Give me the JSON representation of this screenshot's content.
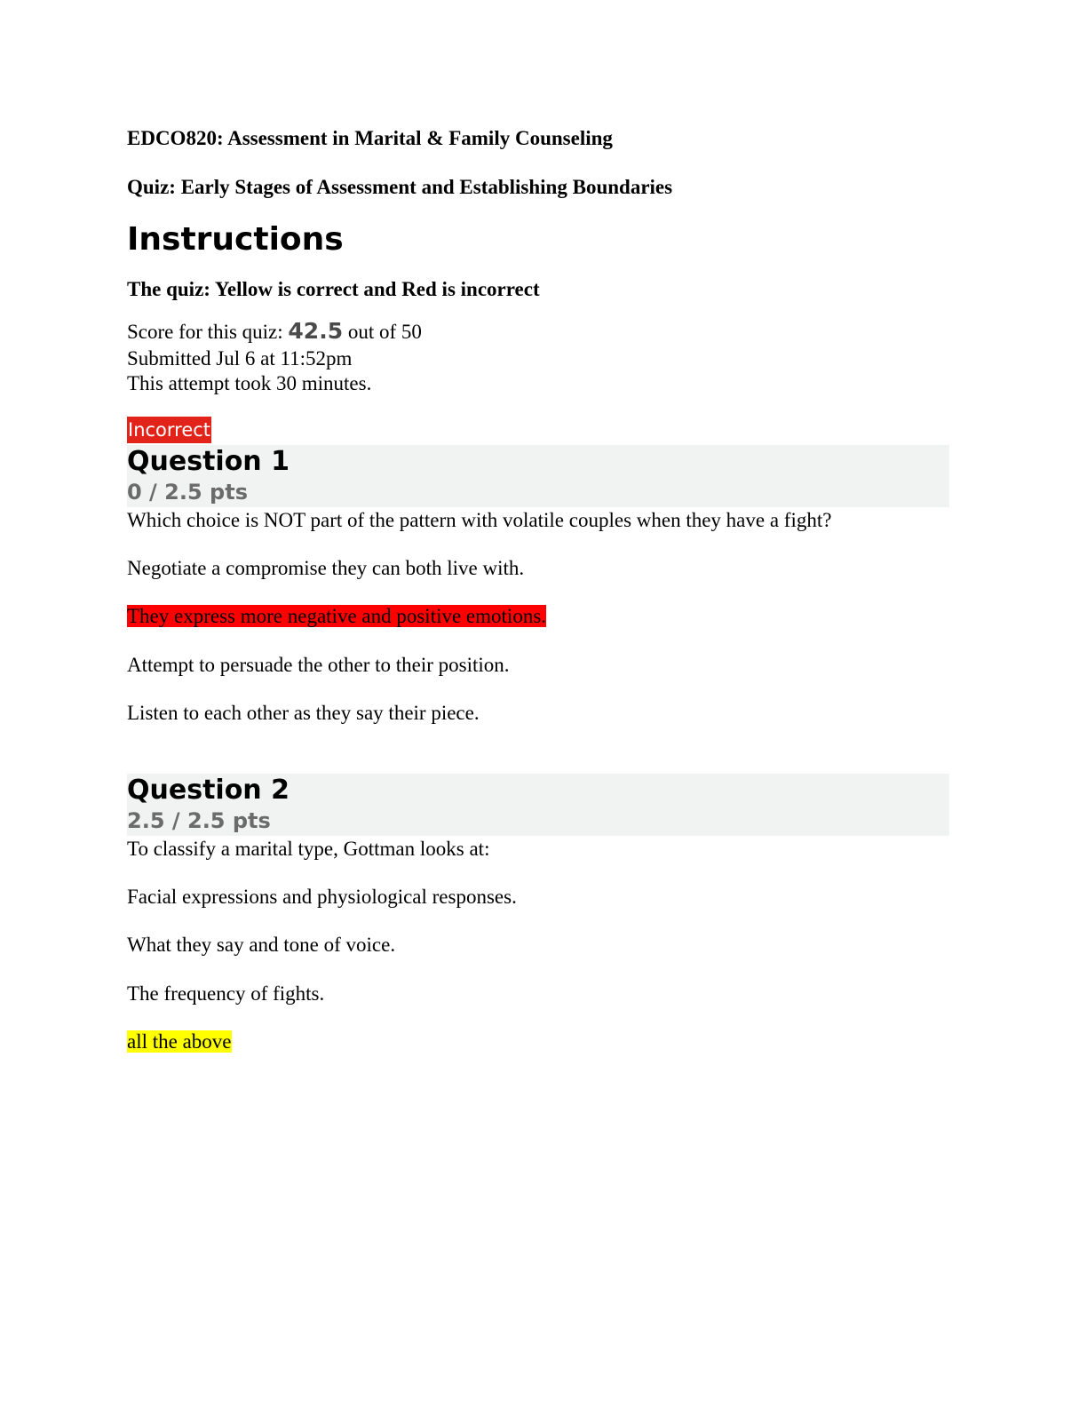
{
  "document": {
    "course_title": "EDCO820: Assessment in Marital & Family Counseling",
    "quiz_title": "Quiz: Early Stages of Assessment and Establishing Boundaries",
    "instructions_heading": "Instructions",
    "legend_note": "The quiz: Yellow is correct and Red is incorrect"
  },
  "score": {
    "label": "Score for this quiz:",
    "value": "42.5",
    "suffix": "out of 50",
    "submitted": "Submitted Jul 6 at 11:52pm",
    "duration": "This attempt took 30 minutes."
  },
  "colors": {
    "incorrect_badge": "#e2231a",
    "incorrect_highlight": "#ff0000",
    "correct_highlight": "#ffff00",
    "question_header_bg": "#f1f2f2"
  },
  "questions": [
    {
      "status": "Incorrect",
      "title": "Question 1",
      "points": "0 / 2.5 pts",
      "prompt": "Which choice is NOT part of the pattern with volatile couples when they have a fight?",
      "answers": [
        {
          "text": "Negotiate a compromise they can both live with.",
          "highlight": "none"
        },
        {
          "text": "They express more negative and positive emotions.",
          "highlight": "red"
        },
        {
          "text": "Attempt to persuade the other to their position.",
          "highlight": "none"
        },
        {
          "text": "Listen to each other as they say their piece.",
          "highlight": "none"
        }
      ]
    },
    {
      "title": "Question 2",
      "points": "2.5 / 2.5 pts",
      "prompt": "To classify a marital type, Gottman looks at:",
      "answers": [
        {
          "text": "Facial expressions and physiological responses.",
          "highlight": "none"
        },
        {
          "text": "What they say and tone of voice.",
          "highlight": "none"
        },
        {
          "text": "The frequency of fights.",
          "highlight": "none"
        },
        {
          "text": "all the above",
          "highlight": "yellow"
        }
      ]
    }
  ]
}
